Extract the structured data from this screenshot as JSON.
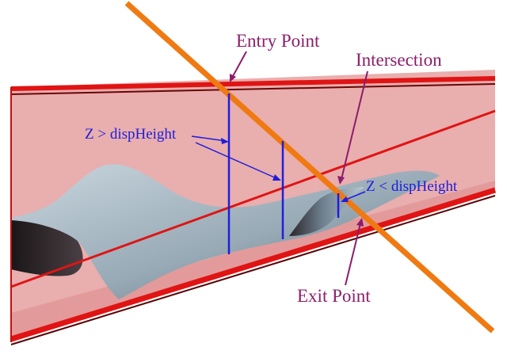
{
  "labels": {
    "entry_point": "Entry Point",
    "intersection": "Intersection",
    "z_greater": "Z > dispHeight",
    "z_less": "Z < dispHeight",
    "exit_point": "Exit Point"
  },
  "colors": {
    "ray": "#f07a12",
    "slab_edge": "#e01414",
    "slab_fill": "#e9aeae",
    "surface": "#9fb0bb",
    "height_markers": "#1e1edc",
    "annotation_arrows": "#8b1d6b"
  }
}
